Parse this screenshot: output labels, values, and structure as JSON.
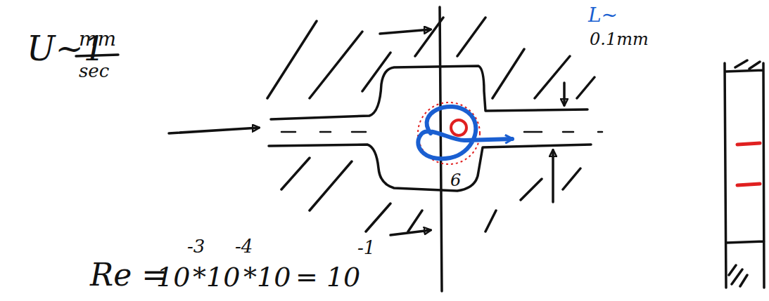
{
  "diagram": {
    "labels": [
      "U~1",
      "mm",
      "sec",
      "L~",
      "0.1mm",
      "Re =",
      "10",
      "-3",
      "*10",
      "-4",
      "*10",
      "6",
      "= 10",
      "-1"
    ]
  }
}
